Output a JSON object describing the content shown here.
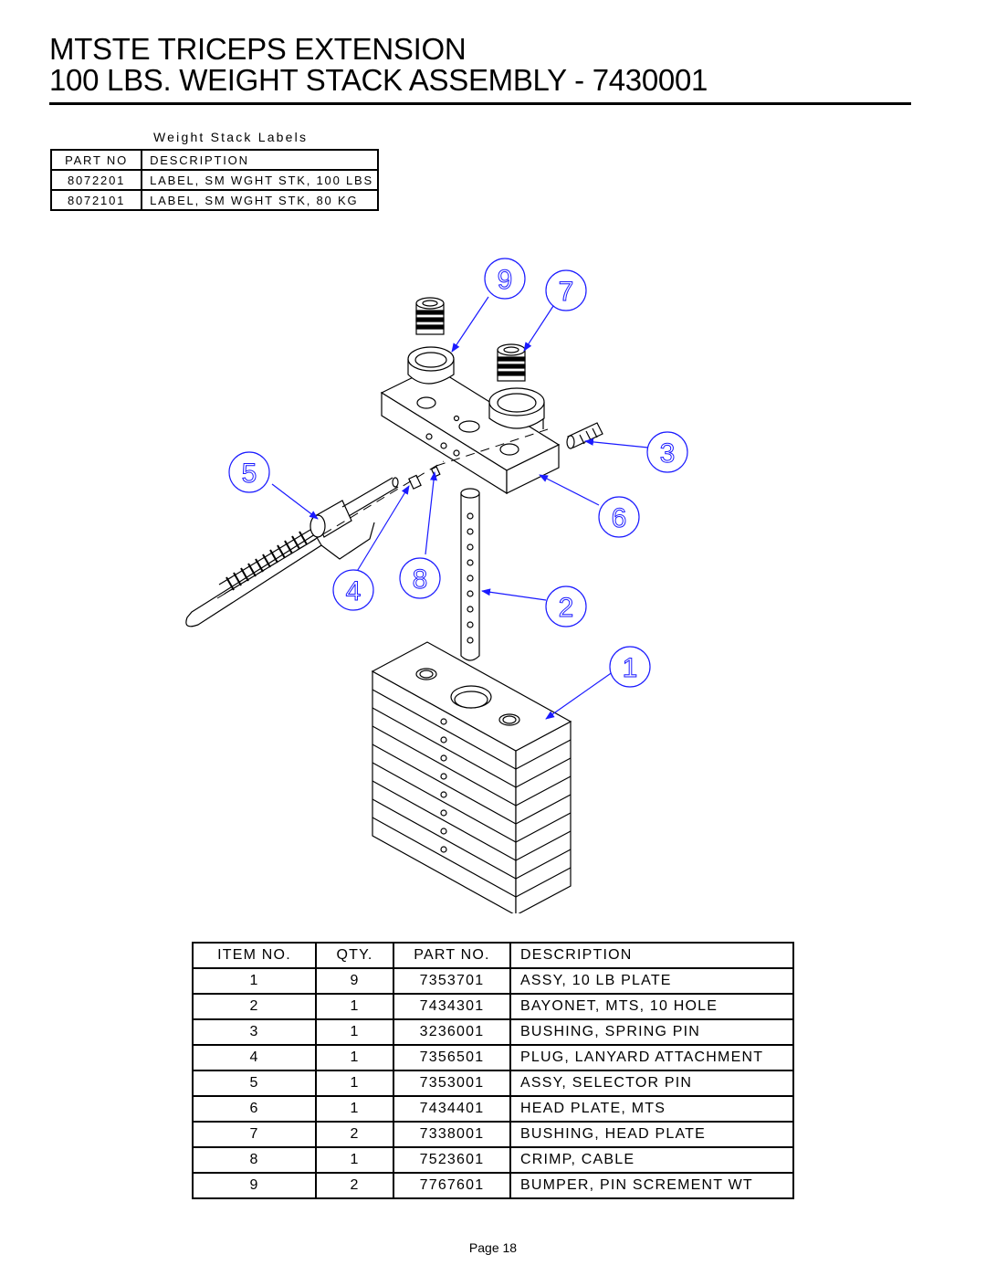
{
  "header": {
    "title_line1": "MTSTE TRICEPS EXTENSION",
    "title_line2": "100 LBS. WEIGHT STACK ASSEMBLY - 7430001"
  },
  "labels_table": {
    "caption": "Weight Stack Labels",
    "columns": [
      "PART NO",
      "DESCRIPTION"
    ],
    "rows": [
      [
        "8072201",
        "LABEL, SM WGHT STK, 100 LBS"
      ],
      [
        "8072101",
        "LABEL, SM WGHT STK, 80 KG"
      ]
    ]
  },
  "diagram": {
    "callouts": [
      "1",
      "2",
      "3",
      "4",
      "5",
      "6",
      "7",
      "8",
      "9"
    ]
  },
  "parts_table": {
    "columns": [
      "ITEM NO.",
      "QTY.",
      "PART NO.",
      "DESCRIPTION"
    ],
    "rows": [
      [
        "1",
        "9",
        "7353701",
        "ASSY, 10 LB PLATE"
      ],
      [
        "2",
        "1",
        "7434301",
        "BAYONET, MTS, 10 HOLE"
      ],
      [
        "3",
        "1",
        "3236001",
        "BUSHING, SPRING PIN"
      ],
      [
        "4",
        "1",
        "7356501",
        "PLUG, LANYARD ATTACHMENT"
      ],
      [
        "5",
        "1",
        "7353001",
        "ASSY, SELECTOR PIN"
      ],
      [
        "6",
        "1",
        "7434401",
        "HEAD PLATE, MTS"
      ],
      [
        "7",
        "2",
        "7338001",
        "BUSHING, HEAD PLATE"
      ],
      [
        "8",
        "1",
        "7523601",
        "CRIMP, CABLE"
      ],
      [
        "9",
        "2",
        "7767601",
        "BUMPER, PIN SCREMENT WT"
      ]
    ]
  },
  "footer": {
    "page": "Page 18"
  }
}
